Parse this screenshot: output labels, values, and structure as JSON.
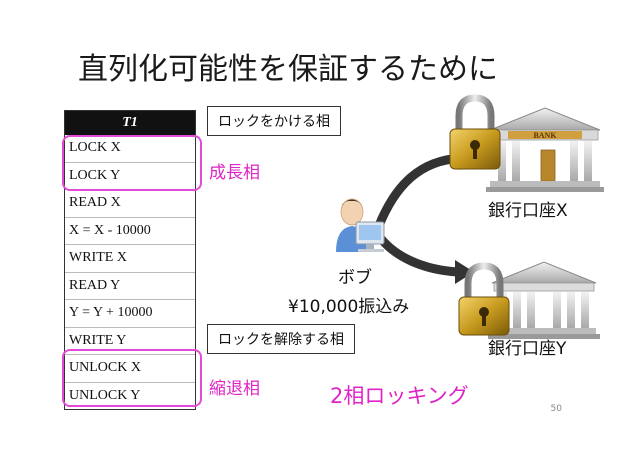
{
  "title": "直列化可能性を保証するために",
  "table": {
    "header": "T1",
    "rows": [
      "LOCK X",
      "LOCK Y",
      "READ X",
      "X = X - 10000",
      "WRITE X",
      "READ Y",
      "Y = Y + 10000",
      "WRITE Y",
      "UNLOCK X",
      "UNLOCK Y"
    ]
  },
  "callouts": {
    "lock": "ロックをかける相",
    "unlock": "ロックを解除する相"
  },
  "phases": {
    "growing": "成長相",
    "shrinking": "縮退相"
  },
  "person": "ボブ",
  "transfer": "¥10,000振込み",
  "bank_x": "銀行口座X",
  "bank_y": "銀行口座Y",
  "bank_sign": "BANK",
  "two_phase": "2相ロッキング",
  "page_number": "50",
  "colors": {
    "accent": "#e024c8",
    "lock_gold": "#c79a1e"
  }
}
